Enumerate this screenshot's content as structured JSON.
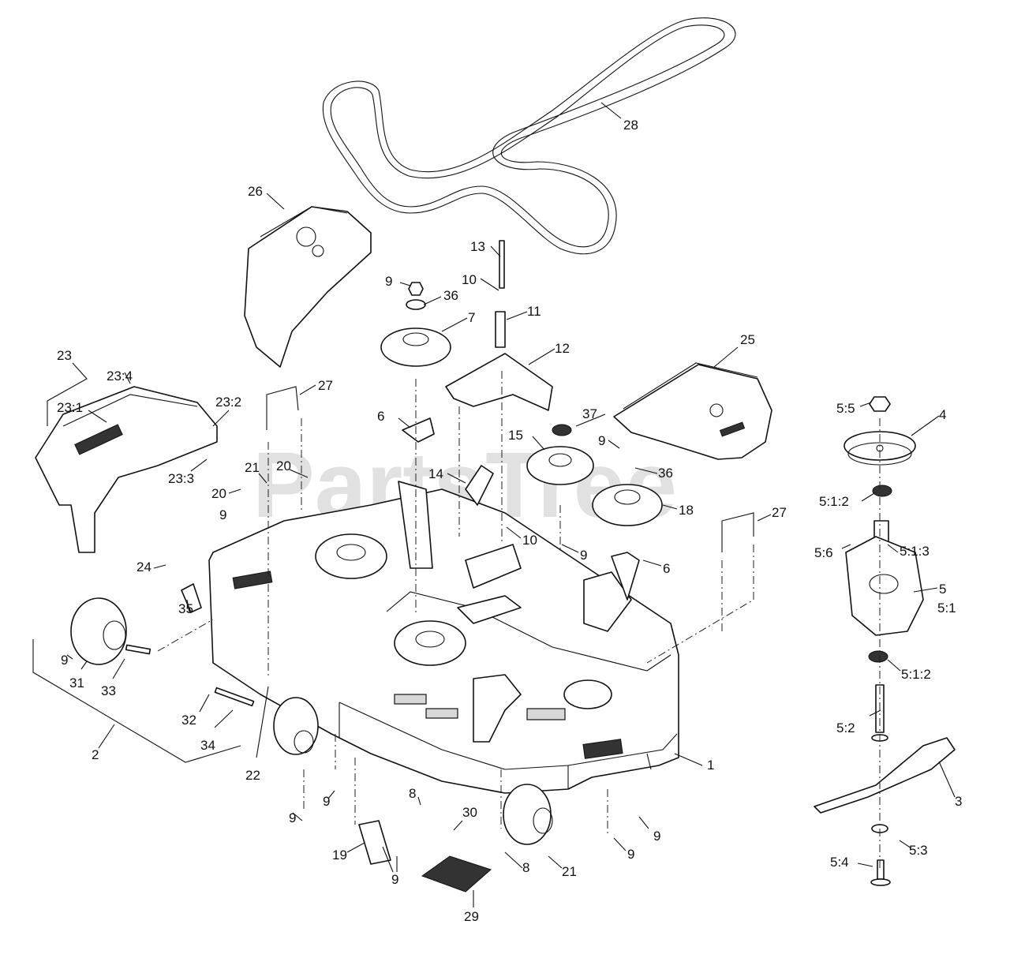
{
  "watermark": "PartsTree",
  "callouts": [
    {
      "id": "c28",
      "text": "28"
    },
    {
      "id": "c13",
      "text": "13"
    },
    {
      "id": "c26",
      "text": "26"
    },
    {
      "id": "c9a",
      "text": "9"
    },
    {
      "id": "c10a",
      "text": "10"
    },
    {
      "id": "c36a",
      "text": "36"
    },
    {
      "id": "c11",
      "text": "11"
    },
    {
      "id": "c7",
      "text": "7"
    },
    {
      "id": "c12",
      "text": "12"
    },
    {
      "id": "c23",
      "text": "23"
    },
    {
      "id": "c23_4",
      "text": "23:4"
    },
    {
      "id": "c23_1",
      "text": "23:1"
    },
    {
      "id": "c23_2",
      "text": "23:2"
    },
    {
      "id": "c27a",
      "text": "27"
    },
    {
      "id": "c6a",
      "text": "6"
    },
    {
      "id": "c37",
      "text": "37"
    },
    {
      "id": "c25",
      "text": "25"
    },
    {
      "id": "c5_5",
      "text": "5:5"
    },
    {
      "id": "c4",
      "text": "4"
    },
    {
      "id": "c15",
      "text": "15"
    },
    {
      "id": "c9b",
      "text": "9"
    },
    {
      "id": "c36b",
      "text": "36"
    },
    {
      "id": "c23_3",
      "text": "23:3"
    },
    {
      "id": "c20a",
      "text": "20"
    },
    {
      "id": "c21a",
      "text": "21"
    },
    {
      "id": "c20b",
      "text": "20"
    },
    {
      "id": "c14",
      "text": "14"
    },
    {
      "id": "c18",
      "text": "18"
    },
    {
      "id": "c5_1_2a",
      "text": "5:1:2"
    },
    {
      "id": "c9c",
      "text": "9"
    },
    {
      "id": "c27b",
      "text": "27"
    },
    {
      "id": "c10b",
      "text": "10"
    },
    {
      "id": "c9d",
      "text": "9"
    },
    {
      "id": "c5_6",
      "text": "5:6"
    },
    {
      "id": "c5_1_3",
      "text": "5:1:3"
    },
    {
      "id": "c6b",
      "text": "6"
    },
    {
      "id": "c24",
      "text": "24"
    },
    {
      "id": "c35",
      "text": "35"
    },
    {
      "id": "c5",
      "text": "5"
    },
    {
      "id": "c5_1",
      "text": "5:1"
    },
    {
      "id": "c9e",
      "text": "9"
    },
    {
      "id": "c31",
      "text": "31"
    },
    {
      "id": "c33",
      "text": "33"
    },
    {
      "id": "c5_1_2b",
      "text": "5:1:2"
    },
    {
      "id": "c32",
      "text": "32"
    },
    {
      "id": "c34",
      "text": "34"
    },
    {
      "id": "c5_2",
      "text": "5:2"
    },
    {
      "id": "c2",
      "text": "2"
    },
    {
      "id": "c22",
      "text": "22"
    },
    {
      "id": "c1",
      "text": "1"
    },
    {
      "id": "c8a",
      "text": "8"
    },
    {
      "id": "c9f",
      "text": "9"
    },
    {
      "id": "c9g",
      "text": "9"
    },
    {
      "id": "c30",
      "text": "30"
    },
    {
      "id": "c3",
      "text": "3"
    },
    {
      "id": "c9h",
      "text": "9"
    },
    {
      "id": "c19",
      "text": "19"
    },
    {
      "id": "c9i",
      "text": "9"
    },
    {
      "id": "c9j",
      "text": "9"
    },
    {
      "id": "c8b",
      "text": "8"
    },
    {
      "id": "c21b",
      "text": "21"
    },
    {
      "id": "c5_3",
      "text": "5:3"
    },
    {
      "id": "c5_4",
      "text": "5:4"
    },
    {
      "id": "c29",
      "text": "29"
    }
  ]
}
